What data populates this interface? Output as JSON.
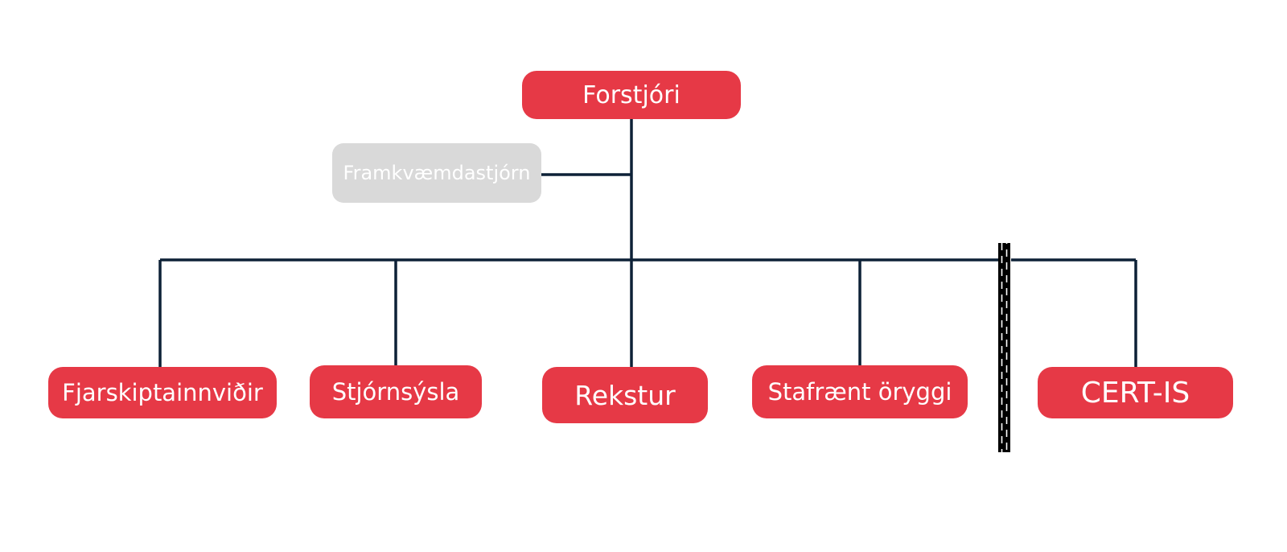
{
  "diagram": {
    "type": "org-chart",
    "colors": {
      "primary_node": "#e63946",
      "secondary_node": "#d9d9d9",
      "node_text": "#ffffff",
      "connector": "#0d2137",
      "separator": "#000000",
      "background": "#ffffff"
    },
    "root": {
      "label": "Forstjóri"
    },
    "advisory": {
      "label": "Framkvæmdastjórn"
    },
    "units": [
      {
        "label": "Fjarskiptainnviðir"
      },
      {
        "label": "Stjórnsýsla"
      },
      {
        "label": "Rekstur"
      },
      {
        "label": "Stafrænt öryggi"
      },
      {
        "label": "CERT-IS"
      }
    ]
  }
}
